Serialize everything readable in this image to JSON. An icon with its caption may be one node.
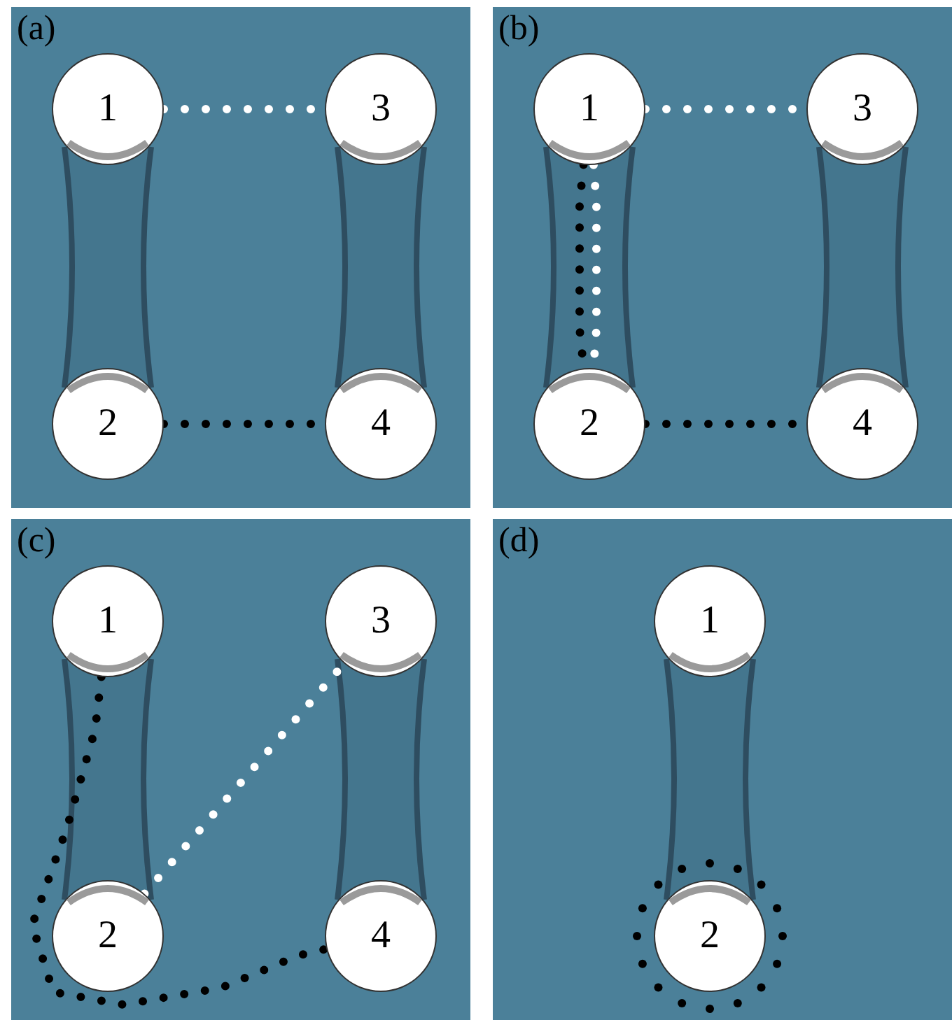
{
  "diagram": {
    "nodes": [
      {
        "text": [
          "(a)"
        ]
      },
      {
        "text": [
          "1"
        ],
        "in": 0
      },
      {
        "text": [
          "3"
        ],
        "in": 0
      },
      {
        "text": [
          "2"
        ],
        "in": 0
      },
      {
        "text": [
          "4"
        ],
        "in": 0
      },
      {
        "text": [
          "(b)"
        ]
      },
      {
        "text": [
          "1"
        ],
        "in": 5
      },
      {
        "text": [
          "3"
        ],
        "in": 5
      },
      {
        "text": [
          "2"
        ],
        "in": 5
      },
      {
        "text": [
          "4"
        ],
        "in": 5
      },
      {
        "text": [
          "(c)"
        ]
      },
      {
        "text": [
          "1"
        ],
        "in": 10
      },
      {
        "text": [
          "3"
        ],
        "in": 10
      },
      {
        "text": [
          "2"
        ],
        "in": 10
      },
      {
        "text": [
          "4"
        ],
        "in": 10
      },
      {
        "text": [
          "(d)"
        ]
      },
      {
        "text": [
          "1"
        ],
        "in": 15
      },
      {
        "text": [
          "2"
        ],
        "in": 15
      }
    ],
    "edges": [
      {
        "from": 1,
        "to": 2,
        "arrow": "none",
        "style": "dashed",
        "color": "#ffffff"
      },
      {
        "from": 3,
        "to": 4,
        "arrow": "none",
        "style": "dashed",
        "color": "#000000"
      },
      {
        "from": 6,
        "to": 7,
        "arrow": "none",
        "style": "dashed",
        "color": "#ffffff"
      },
      {
        "from": 6,
        "to": 8,
        "arrow": "none",
        "style": "dashed",
        "color": "#000000"
      },
      {
        "from": 6,
        "to": 8,
        "arrow": "none",
        "style": "dashed",
        "color": "#ffffff"
      },
      {
        "from": 8,
        "to": 9,
        "arrow": "none",
        "style": "dashed",
        "color": "#000000"
      },
      {
        "from": 11,
        "to": 14,
        "arrow": "none",
        "style": "dashed",
        "color": "#000000"
      },
      {
        "from": 13,
        "to": 12,
        "arrow": "none",
        "style": "dashed",
        "color": "#ffffff"
      }
    ]
  }
}
